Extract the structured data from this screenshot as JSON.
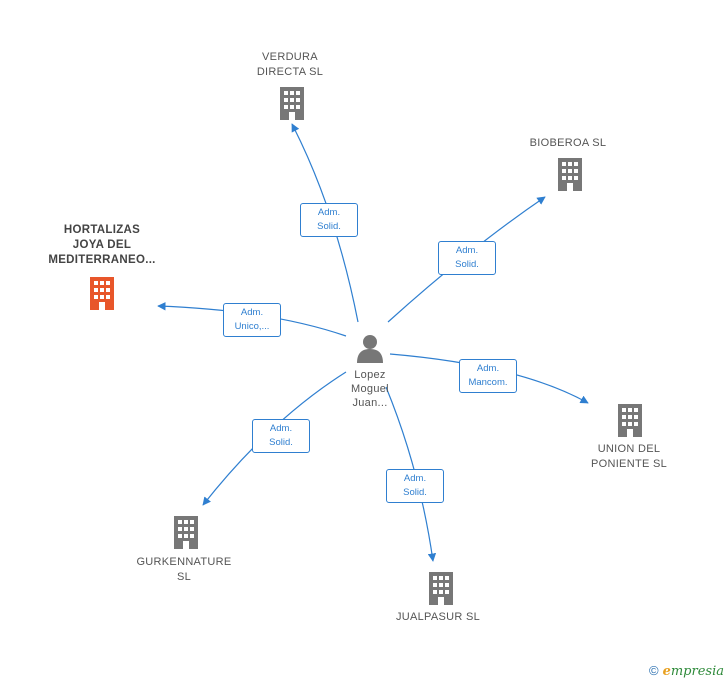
{
  "center": {
    "name_lines": [
      "Lopez",
      "Moguel",
      "Juan..."
    ],
    "icon": "person-icon"
  },
  "companies": [
    {
      "id": "verdura",
      "lines": [
        "VERDURA",
        "DIRECTA  SL"
      ],
      "highlight": false,
      "icon": "building-icon"
    },
    {
      "id": "bioberoa",
      "lines": [
        "BIOBEROA  SL"
      ],
      "highlight": false,
      "icon": "building-icon"
    },
    {
      "id": "hortalizas",
      "lines": [
        "HORTALIZAS",
        "JOYA DEL",
        "MEDITERRANEO..."
      ],
      "highlight": true,
      "icon": "building-icon"
    },
    {
      "id": "union",
      "lines": [
        "UNION DEL",
        "PONIENTE  SL"
      ],
      "highlight": false,
      "icon": "building-icon"
    },
    {
      "id": "gurken",
      "lines": [
        "GURKENNATURE",
        "SL"
      ],
      "highlight": false,
      "icon": "building-icon"
    },
    {
      "id": "jualpasur",
      "lines": [
        "JUALPASUR  SL"
      ],
      "highlight": false,
      "icon": "building-icon"
    }
  ],
  "relations": [
    {
      "to": "verdura",
      "label_lines": [
        "Adm.",
        "Solid."
      ]
    },
    {
      "to": "bioberoa",
      "label_lines": [
        "Adm.",
        "Solid."
      ]
    },
    {
      "to": "hortalizas",
      "label_lines": [
        "Adm.",
        "Unico,..."
      ]
    },
    {
      "to": "union",
      "label_lines": [
        "Adm.",
        "Mancom."
      ]
    },
    {
      "to": "gurken",
      "label_lines": [
        "Adm.",
        "Solid."
      ]
    },
    {
      "to": "jualpasur",
      "label_lines": [
        "Adm.",
        "Solid."
      ]
    }
  ],
  "colors": {
    "edge": "#2f7fd0",
    "building": "#777777",
    "building_highlight": "#e8562a",
    "person": "#777777"
  },
  "footer": {
    "copyright": "©",
    "brand_first": "e",
    "brand_rest": "mpresia"
  }
}
